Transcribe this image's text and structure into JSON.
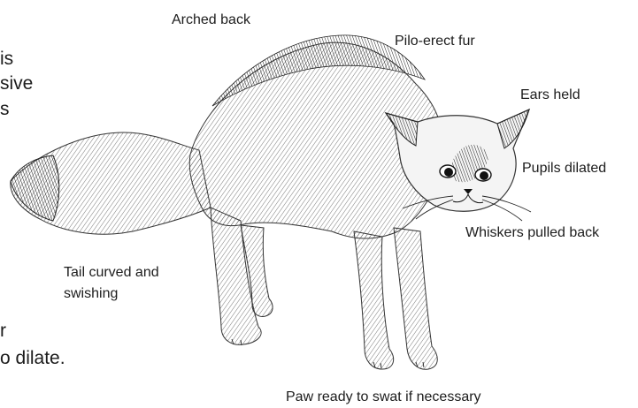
{
  "left_text_fragments": [
    "is",
    "sive",
    "s",
    "r",
    "o dilate."
  ],
  "labels": {
    "arched_back": "Arched back",
    "pilo_erect_fur": "Pilo-erect fur",
    "ears_held": "Ears held",
    "pupils_dilated": "Pupils dilated",
    "whiskers_pulled_back": "Whiskers pulled back",
    "tail_line1": "Tail curved and",
    "tail_line2": "swishing",
    "paw": "Paw ready to swat if necessary"
  },
  "illustration": {
    "subject": "defensive-cat-drawing",
    "ink_color": "#1f1f1f"
  }
}
